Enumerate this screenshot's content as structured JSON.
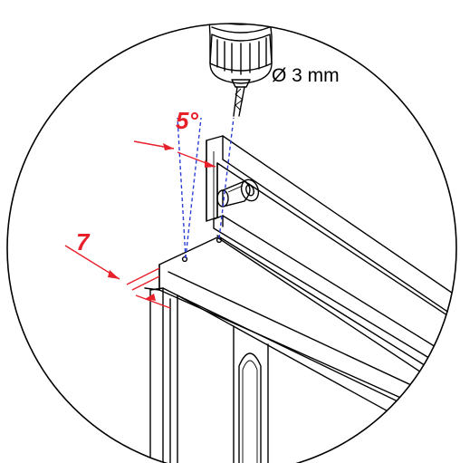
{
  "labels": {
    "drill_bit": "Ø 3 mm",
    "angle": "5°",
    "offset": "7"
  },
  "colors": {
    "dimension": "#e8202a",
    "guide": "#2b3fd6",
    "ink": "#000000"
  }
}
